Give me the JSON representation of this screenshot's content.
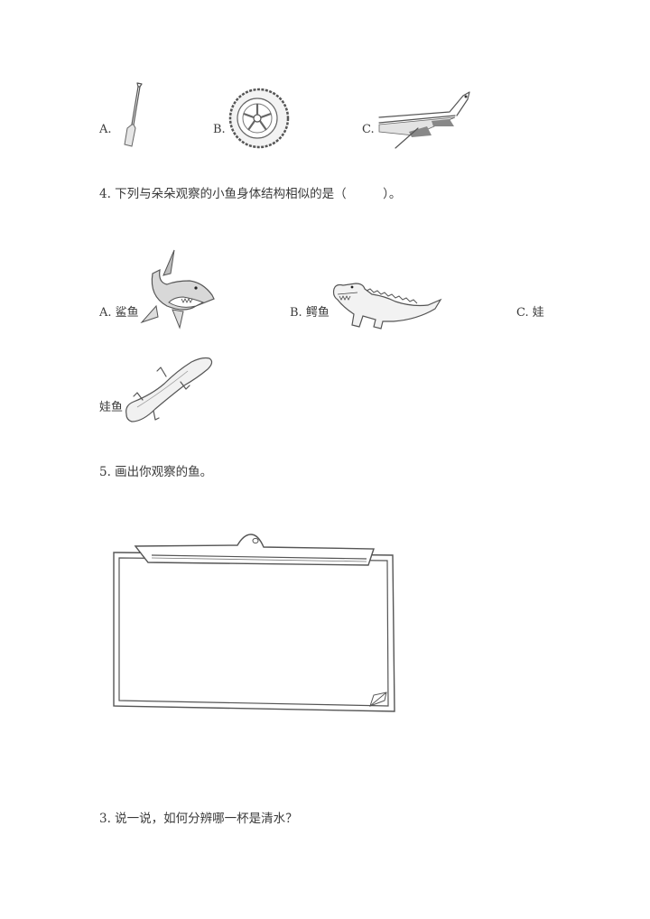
{
  "q3_options": {
    "a_label": "A.",
    "b_label": "B.",
    "c_label": "C.",
    "a_icon": "paddle-oar",
    "b_icon": "car-wheel",
    "c_icon": "airplane-wing"
  },
  "question4": {
    "text": "4. 下列与朵朵观察的小鱼身体结构相似的是（　　　）。",
    "options": [
      {
        "label": "A. 鲨鱼",
        "icon": "shark"
      },
      {
        "label": "B. 鳄鱼",
        "icon": "crocodile"
      },
      {
        "label": "C. 娃",
        "icon": "giant-salamander"
      }
    ],
    "option_c_wrap": "娃鱼"
  },
  "question5": {
    "text": "5. 画出你观察的鱼。",
    "drawing_area": "blank-board"
  },
  "question3b": {
    "text": "3. 说一说，如何分辨哪一杯是清水？"
  }
}
